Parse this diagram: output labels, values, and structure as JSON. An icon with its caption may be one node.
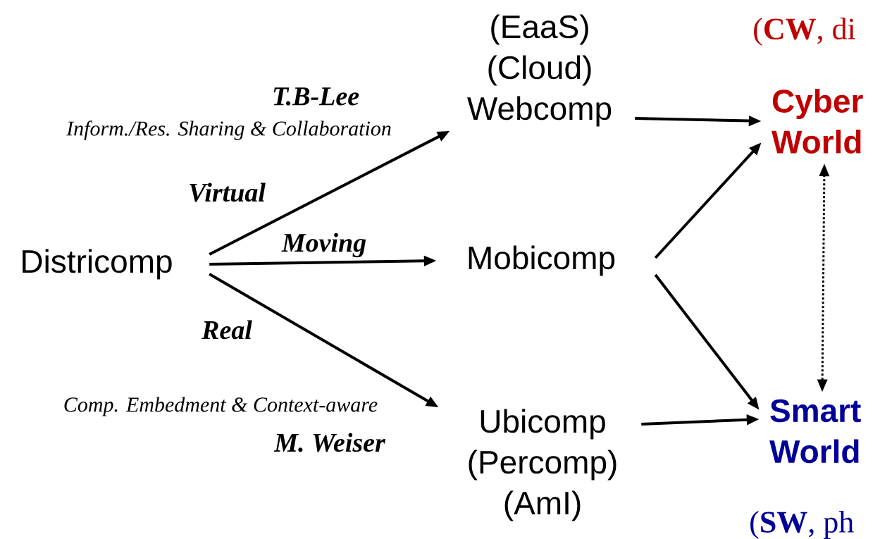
{
  "diagram": {
    "nodes": [
      {
        "text": [
          "Districomp"
        ]
      },
      {
        "text": [
          "(EaaS) (Cloud) Webcomp"
        ]
      },
      {
        "text": [
          "Mobicomp"
        ]
      },
      {
        "text": [
          "Ubicomp (Percomp) (AmI)"
        ]
      },
      {
        "text": [
          "Cyber World"
        ],
        "beside": [
          "(**CW**, di"
        ]
      },
      {
        "text": [
          "Smart World"
        ],
        "beside": [
          "(**SW**, ph"
        ]
      }
    ],
    "edges": [
      {
        "from": 0,
        "to": 1,
        "arrow": "to",
        "label": "Virtual"
      },
      {
        "from": 0,
        "to": 2,
        "arrow": "to",
        "label": "Moving"
      },
      {
        "from": 0,
        "to": 3,
        "arrow": "to",
        "label": "Real"
      },
      {
        "from": 1,
        "to": 4,
        "arrow": "to"
      },
      {
        "from": 2,
        "to": 4,
        "arrow": "to"
      },
      {
        "from": 2,
        "to": 5,
        "arrow": "to"
      },
      {
        "from": 3,
        "to": 5,
        "arrow": "to"
      },
      {
        "from": 5,
        "to": 4,
        "arrow": "both",
        "style": "dashed"
      }
    ],
    "labels": [
      "T.B-Lee",
      "Inform./Res. Sharing & Collaboration",
      "Comp. Embedment & Context-aware",
      "M. Weiser"
    ]
  }
}
